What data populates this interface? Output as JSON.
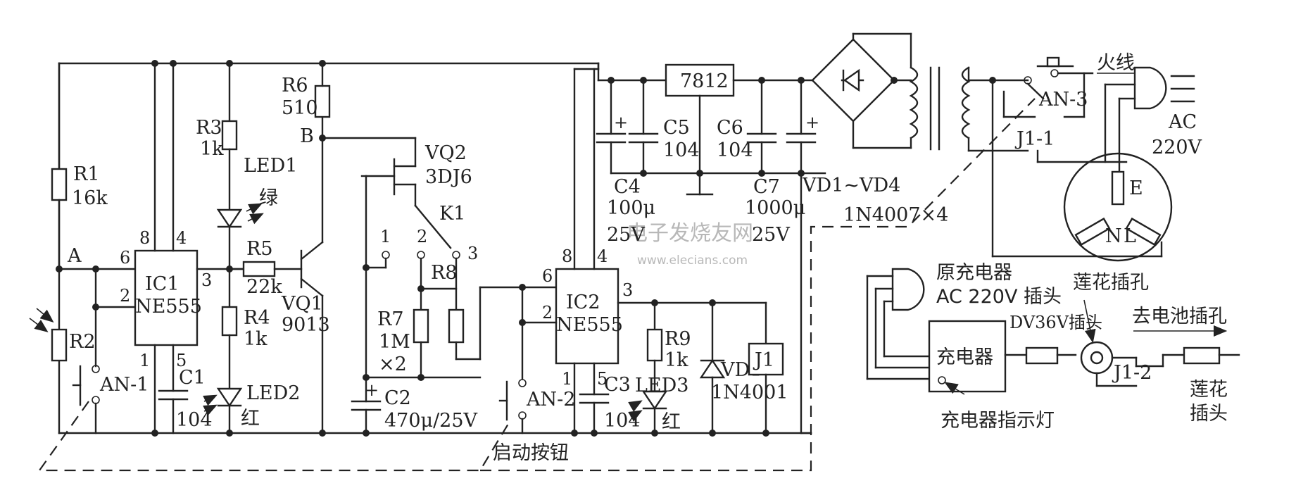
{
  "watermark": {
    "line1": "电子发烧友网",
    "line2": "www.elecians.com"
  },
  "node_labels": {
    "a": "A",
    "b": "B"
  },
  "ic1": {
    "name": "IC1",
    "part": "NE555",
    "pin2": "2",
    "pin3": "3",
    "pin4": "4",
    "pin5": "5",
    "pin6": "6",
    "pin8": "8",
    "pin1": "1"
  },
  "ic2": {
    "name": "IC2",
    "part": "NE555",
    "pin2": "2",
    "pin3": "3",
    "pin4": "4",
    "pin5": "5",
    "pin6": "6",
    "pin8": "8",
    "pin1": "1"
  },
  "r1": {
    "ref": "R1",
    "value": "16k"
  },
  "r2": {
    "ref": "R2"
  },
  "r3": {
    "ref": "R3",
    "value": "1k"
  },
  "r4": {
    "ref": "R4",
    "value": "1k"
  },
  "r5": {
    "ref": "R5",
    "value": "22k"
  },
  "r6": {
    "ref": "R6",
    "value": "510"
  },
  "r7": {
    "ref": "R7",
    "value": "1M",
    "qty": "×2"
  },
  "r8": {
    "ref": "R8"
  },
  "r9": {
    "ref": "R9",
    "value": "1k"
  },
  "led1": {
    "ref": "LED1",
    "color": "绿"
  },
  "led2": {
    "ref": "LED2",
    "color": "红"
  },
  "led3": {
    "ref": "LED3",
    "color": "红"
  },
  "vq1": {
    "ref": "VQ1",
    "part": "9013"
  },
  "vq2": {
    "ref": "VQ2",
    "part": "3DJ6"
  },
  "k1": {
    "ref": "K1",
    "pos1": "1",
    "pos2": "2",
    "pos3": "3"
  },
  "c1": {
    "ref": "C1",
    "value": "104"
  },
  "c2": {
    "ref": "C2",
    "value": "470μ/25V"
  },
  "c3": {
    "ref": "C3",
    "value": "104"
  },
  "c4": {
    "ref": "C4",
    "value": "100μ",
    "voltage": "25V"
  },
  "c5": {
    "ref": "C5",
    "value": "104"
  },
  "c6": {
    "ref": "C6",
    "value": "104"
  },
  "c7": {
    "ref": "C7",
    "value": "1000μ",
    "voltage": "25V"
  },
  "regulator": {
    "label": "7812"
  },
  "bridge": {
    "ref": "VD1~VD4",
    "part": "1N4007×4"
  },
  "vd1": {
    "ref": "VD1",
    "part": "1N4001"
  },
  "relay": {
    "ref": "J1",
    "contact1": "J1-1",
    "contact2": "J1-2"
  },
  "an1": {
    "ref": "AN-1"
  },
  "an2": {
    "ref": "AN-2"
  },
  "an3": {
    "ref": "AN-3"
  },
  "start_button": "启动按钮",
  "live_wire": "火线",
  "mains": {
    "line1": "AC",
    "line2": "220V"
  },
  "socket": {
    "e": "E",
    "n": "N",
    "l": "L"
  },
  "charger_side": {
    "orig_charger": "原充电器",
    "ac_plug": "AC  220V  插头",
    "dc_plug": "DV36V插头",
    "charger": "充电器",
    "indicator": "充电器指示灯",
    "lotus_jack": "莲花插孔",
    "to_battery": "去电池插孔",
    "lotus_plug_1": "莲花",
    "lotus_plug_2": "插头"
  }
}
